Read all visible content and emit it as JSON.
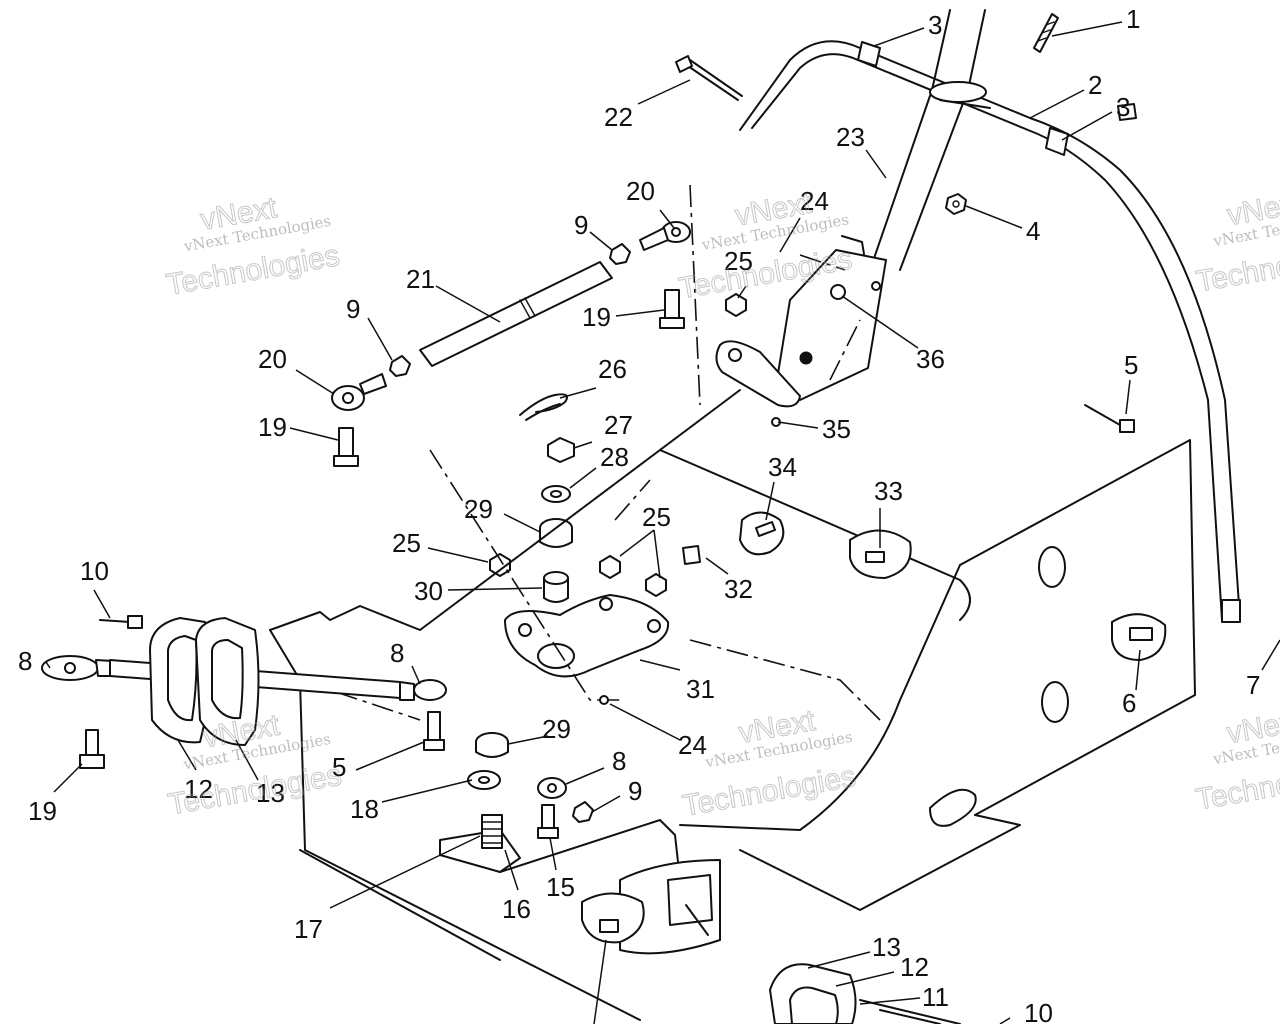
{
  "watermark": {
    "line1": "vNext Technologies",
    "line2": "vNext",
    "line3": "Technologies"
  },
  "callouts": [
    "1",
    "2",
    "3",
    "3",
    "4",
    "5",
    "5",
    "6",
    "7",
    "8",
    "8",
    "8",
    "9",
    "9",
    "9",
    "10",
    "10",
    "11",
    "12",
    "12",
    "13",
    "13",
    "15",
    "16",
    "17",
    "18",
    "19",
    "19",
    "19",
    "20",
    "20",
    "21",
    "22",
    "23",
    "24",
    "24",
    "25",
    "25",
    "25",
    "26",
    "27",
    "28",
    "29",
    "29",
    "30",
    "31",
    "32",
    "33",
    "34",
    "35",
    "36"
  ],
  "colors": {
    "ink": "#111111",
    "paper": "#ffffff",
    "watermark": "#9a9a9a"
  }
}
